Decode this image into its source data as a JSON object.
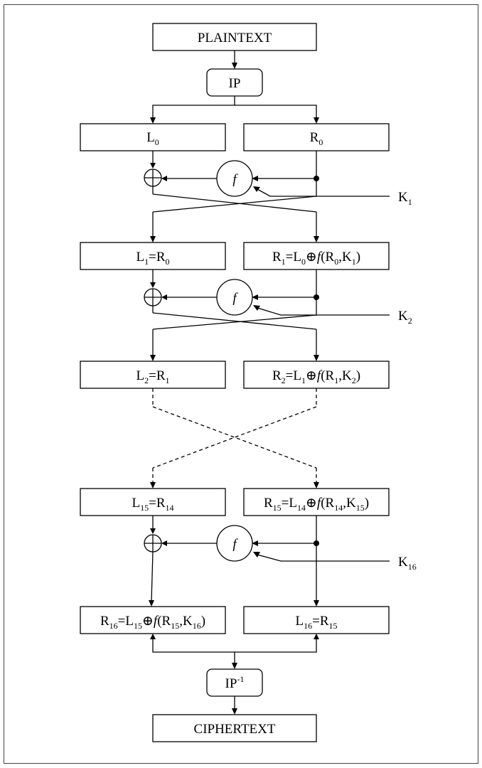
{
  "plaintext": "PLAINTEXT",
  "ip": "IP",
  "ip_inverse": {
    "base": "IP",
    "sup": "-1"
  },
  "ciphertext": "CIPHERTEXT",
  "f_symbol": "f",
  "round0": {
    "left": [
      [
        "L",
        ""
      ],
      [
        "",
        "0"
      ]
    ],
    "right": [
      [
        "R",
        ""
      ],
      [
        "",
        "0"
      ]
    ],
    "key": [
      [
        "K",
        ""
      ],
      [
        "",
        "1"
      ]
    ]
  },
  "round1": {
    "left": [
      [
        "L",
        ""
      ],
      [
        "",
        "1"
      ],
      [
        "=R",
        ""
      ],
      [
        "",
        "0"
      ]
    ],
    "right": [
      [
        "R",
        ""
      ],
      [
        "",
        "1"
      ],
      [
        "=L",
        ""
      ],
      [
        "",
        "0"
      ],
      [
        "⊕",
        ""
      ],
      [
        "f",
        "i"
      ],
      [
        "(R",
        ""
      ],
      [
        "",
        "0"
      ],
      [
        ",K",
        ""
      ],
      [
        "",
        "1"
      ],
      [
        ")",
        ""
      ]
    ],
    "key": [
      [
        "K",
        ""
      ],
      [
        "",
        "2"
      ]
    ]
  },
  "round2": {
    "left": [
      [
        "L",
        ""
      ],
      [
        "",
        "2"
      ],
      [
        "=R",
        ""
      ],
      [
        "",
        "1"
      ]
    ],
    "right": [
      [
        "R",
        ""
      ],
      [
        "",
        "2"
      ],
      [
        "=L",
        ""
      ],
      [
        "",
        "1"
      ],
      [
        "⊕",
        ""
      ],
      [
        "f",
        "i"
      ],
      [
        "(R",
        ""
      ],
      [
        "",
        "1"
      ],
      [
        ",K",
        ""
      ],
      [
        "",
        "2"
      ],
      [
        ")",
        ""
      ]
    ]
  },
  "round15": {
    "left": [
      [
        "L",
        ""
      ],
      [
        "",
        "15"
      ],
      [
        "=R",
        ""
      ],
      [
        "",
        "14"
      ]
    ],
    "right": [
      [
        "R",
        ""
      ],
      [
        "",
        "15"
      ],
      [
        "=L",
        ""
      ],
      [
        "",
        "14"
      ],
      [
        "⊕",
        ""
      ],
      [
        "f",
        "i"
      ],
      [
        "(R",
        ""
      ],
      [
        "",
        "14"
      ],
      [
        ",K",
        ""
      ],
      [
        "",
        "15"
      ],
      [
        ")",
        ""
      ]
    ],
    "key": [
      [
        "K",
        ""
      ],
      [
        "",
        "16"
      ]
    ]
  },
  "round16": {
    "left": [
      [
        "R",
        ""
      ],
      [
        "",
        "16"
      ],
      [
        "=L",
        ""
      ],
      [
        "",
        "15"
      ],
      [
        "⊕",
        ""
      ],
      [
        "f",
        "i"
      ],
      [
        "(R",
        ""
      ],
      [
        "",
        "15"
      ],
      [
        ",K",
        ""
      ],
      [
        "",
        "16"
      ],
      [
        ")",
        ""
      ]
    ],
    "right": [
      [
        "L",
        ""
      ],
      [
        "",
        "16"
      ],
      [
        "=R",
        ""
      ],
      [
        "",
        "15"
      ]
    ]
  }
}
